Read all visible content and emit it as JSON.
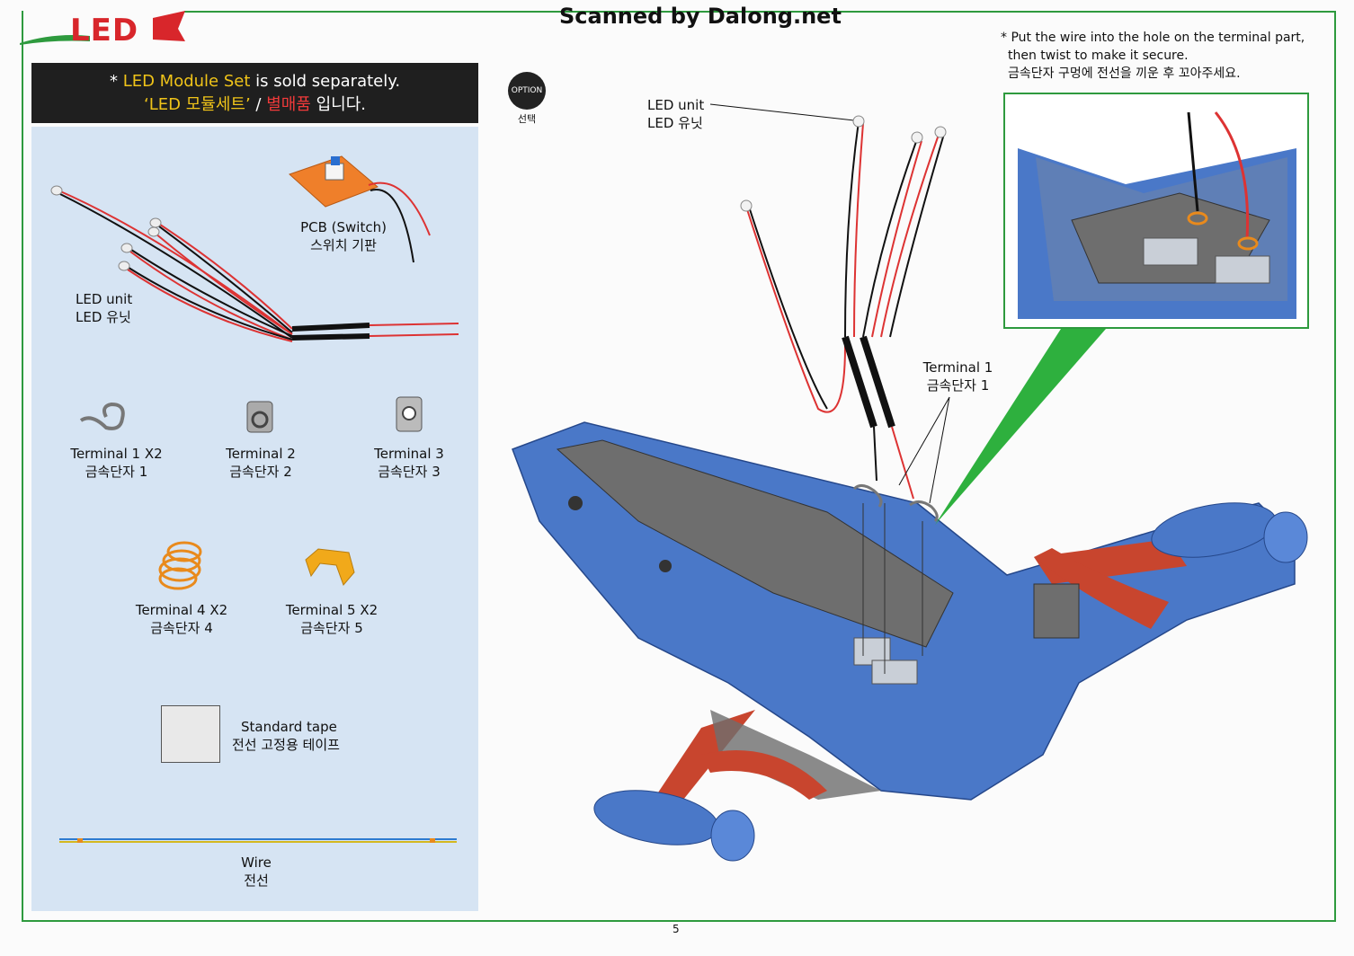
{
  "header": {
    "section_logo": "LED",
    "scan_credit": "Scanned by Dalong.net"
  },
  "notice": {
    "line1_prefix": "* ",
    "line1_highlight": "LED Module Set",
    "line1_rest": " is sold separately.",
    "line2_highlight": "‘LED 모듈세트’",
    "line2_sep": " / ",
    "line2_red": "별매품",
    "line2_rest": " 입니다."
  },
  "option_badge": {
    "label": "OPTION",
    "sublabel": "선택"
  },
  "kit_parts": {
    "pcb_switch": {
      "en": "PCB (Switch)",
      "ko": "스위치 기판"
    },
    "led_unit": {
      "en": "LED unit",
      "ko": "LED 유닛"
    },
    "terminal1": {
      "en": "Terminal 1 X2",
      "ko": "금속단자 1"
    },
    "terminal2": {
      "en": "Terminal 2",
      "ko": "금속단자 2"
    },
    "terminal3": {
      "en": "Terminal 3",
      "ko": "금속단자 3"
    },
    "terminal4": {
      "en": "Terminal 4 X2",
      "ko": "금속단자 4"
    },
    "terminal5": {
      "en": "Terminal 5 X2",
      "ko": "금속단자 5"
    },
    "standard_tape": {
      "en": "Standard tape",
      "ko": "전선 고정용 테이프"
    },
    "wire": {
      "en": "Wire",
      "ko": "전선"
    }
  },
  "assembly": {
    "led_unit_callout": {
      "en": "LED unit",
      "ko": "LED 유닛"
    },
    "terminal1_callout": {
      "en": "Terminal 1",
      "ko": "금속단자 1"
    }
  },
  "inset_note": {
    "line1": "* Put the wire into the hole on the terminal part,",
    "line2": "then twist to make it secure.",
    "line3": "금속단자 구멍에 전선을 끼운 후 꼬아주세요."
  },
  "page_number": "5",
  "colors": {
    "frame_green": "#2e9a3e",
    "logo_red": "#d8262b",
    "notice_bg": "#1f1f1f",
    "notice_yellow": "#f0c419",
    "notice_red": "#f03a3a",
    "panel_blue": "#d6e4f3",
    "model_blue": "#4a78c8",
    "model_gray": "#6e6e6e",
    "model_red": "#c8452e"
  }
}
